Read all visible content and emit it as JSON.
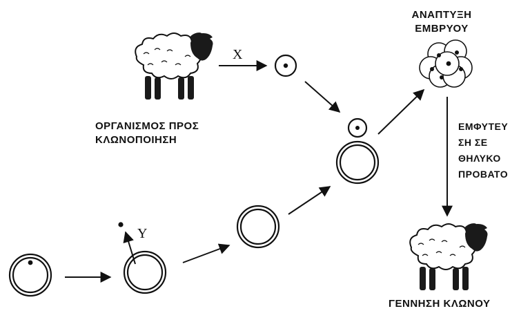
{
  "labels": {
    "organism": "ΟΡΓΑΝΙΣΜΟΣ ΠΡΟΣ ΚΛΩΝΟΠΟΙΗΣΗ",
    "organism_line1": "ΟΡΓΑΝΙΣΜΟΣ ΠΡΟΣ",
    "organism_line2": "ΚΛΩΝΟΠΟΙΗΣΗ",
    "embryo_line1": "ΑΝΑΠΤΥΞΗ",
    "embryo_line2": "ΕΜΒΡΥΟΥ",
    "implant_line1": "ΕΜΦΥΤΕΥ",
    "implant_line2": "ΣΗ ΣΕ",
    "implant_line3": "ΘΗΛΥΚΟ",
    "implant_line4": "ΠΡΟΒΑΤΟ",
    "birth": "ΓΕΝΝΗΣΗ ΚΛΩΝΟΥ",
    "x": "X",
    "y": "Y"
  },
  "icons": {
    "sheep": "sheep-icon",
    "cell": "cell-icon",
    "egg_cell": "egg-cell-icon",
    "embryo": "embryo-icon"
  },
  "colors": {
    "ink": "#111111",
    "sheep_body": "#ffffff",
    "sheep_head": "#1a1a1a"
  }
}
